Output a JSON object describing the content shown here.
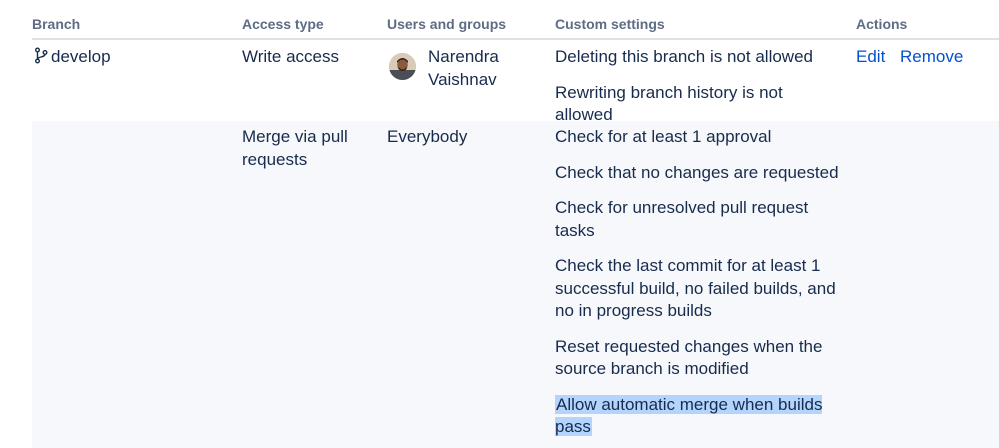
{
  "headers": {
    "branch": "Branch",
    "access_type": "Access type",
    "users_groups": "Users and groups",
    "custom_settings": "Custom settings",
    "actions": "Actions"
  },
  "row1": {
    "branch": "develop",
    "access_type": "Write access",
    "user_first": "Narendra",
    "user_last": "Vaishnav",
    "settings": [
      "Deleting this branch is not allowed",
      "Rewriting branch history is not allowed"
    ],
    "edit_label": "Edit",
    "remove_label": "Remove"
  },
  "row2": {
    "access_line1": "Merge via pull",
    "access_line2": "requests",
    "users": "Everybody",
    "settings": [
      "Check for at least 1 approval",
      "Check that no changes are requested",
      "Check for unresolved pull request tasks",
      "Check the last commit for at least 1 successful build, no failed builds, and no in progress builds",
      "Reset requested changes when the source branch is modified",
      "Allow automatic merge when builds pass"
    ]
  },
  "colors": {
    "link": "#0052cc",
    "header_text": "#5e6c84",
    "row_alt_bg": "#f7f8fb",
    "selection": "#b3d4fc"
  },
  "icons": {
    "branch": "branch-icon",
    "avatar": "user-avatar"
  }
}
